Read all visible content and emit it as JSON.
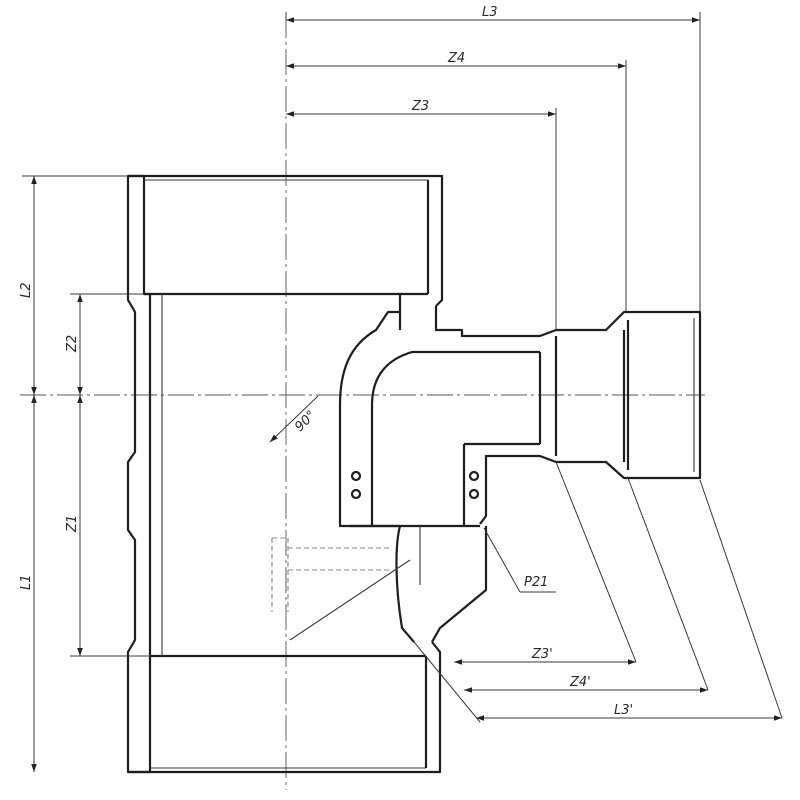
{
  "dimensions": {
    "l3": "L3",
    "z4": "Z4",
    "z3": "Z3",
    "l2": "L2",
    "z2": "Z2",
    "z1": "Z1",
    "l1": "L1",
    "z3_prime": "Z3'",
    "z4_prime": "Z4'",
    "l3_prime": "L3'"
  },
  "annotations": {
    "angle": "90°",
    "thread": "P21"
  }
}
